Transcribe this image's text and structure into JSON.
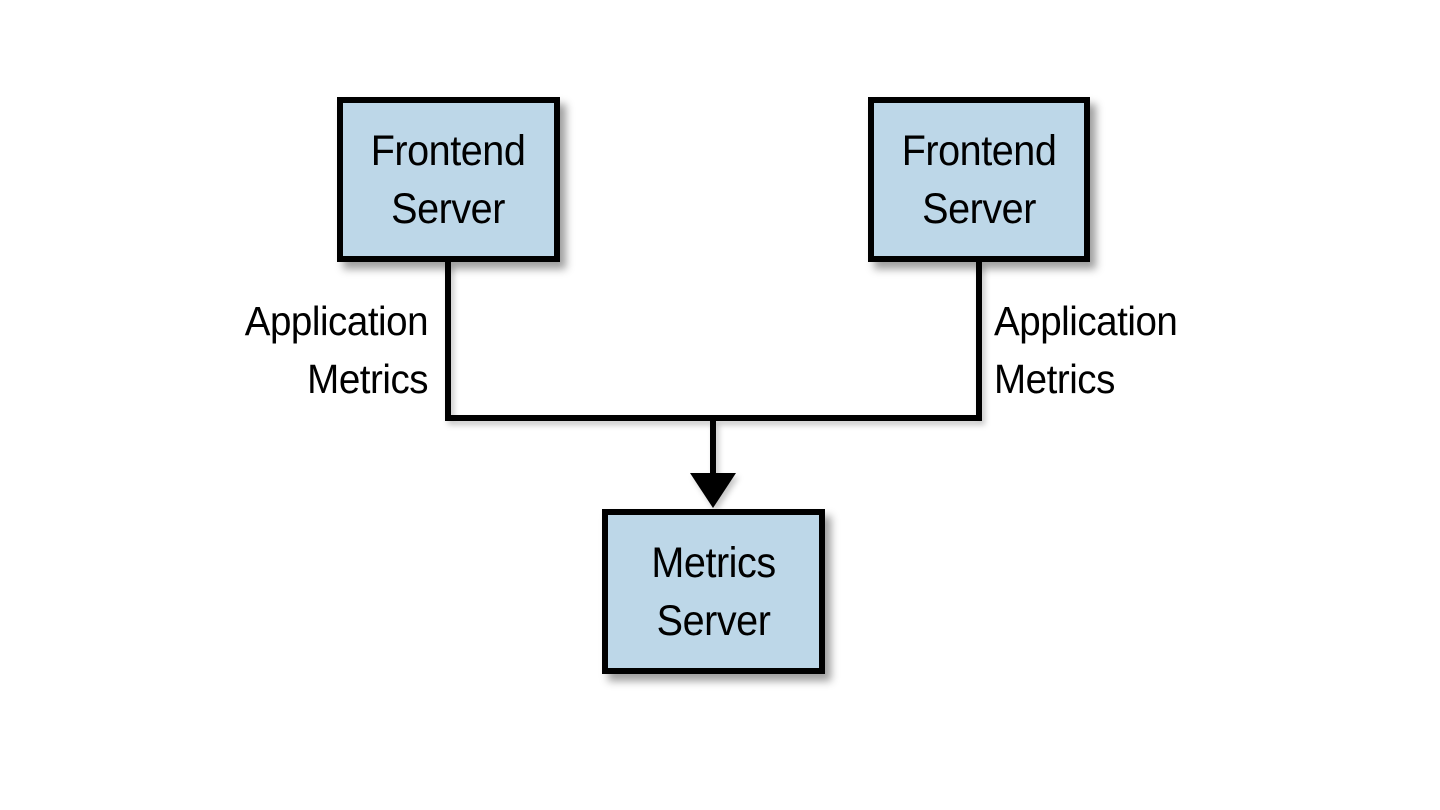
{
  "diagram": {
    "nodes": [
      {
        "id": "frontend-server-left",
        "label": "Frontend\nServer"
      },
      {
        "id": "frontend-server-right",
        "label": "Frontend\nServer"
      },
      {
        "id": "metrics-server",
        "label": "Metrics\nServer"
      }
    ],
    "edge_labels": [
      {
        "id": "application-metrics-left",
        "text": "Application\nMetrics"
      },
      {
        "id": "application-metrics-right",
        "text": "Application\nMetrics"
      }
    ],
    "colors": {
      "node_fill": "#bdd7e8",
      "node_border": "#000000",
      "connector": "#000000",
      "background": "#ffffff"
    }
  }
}
